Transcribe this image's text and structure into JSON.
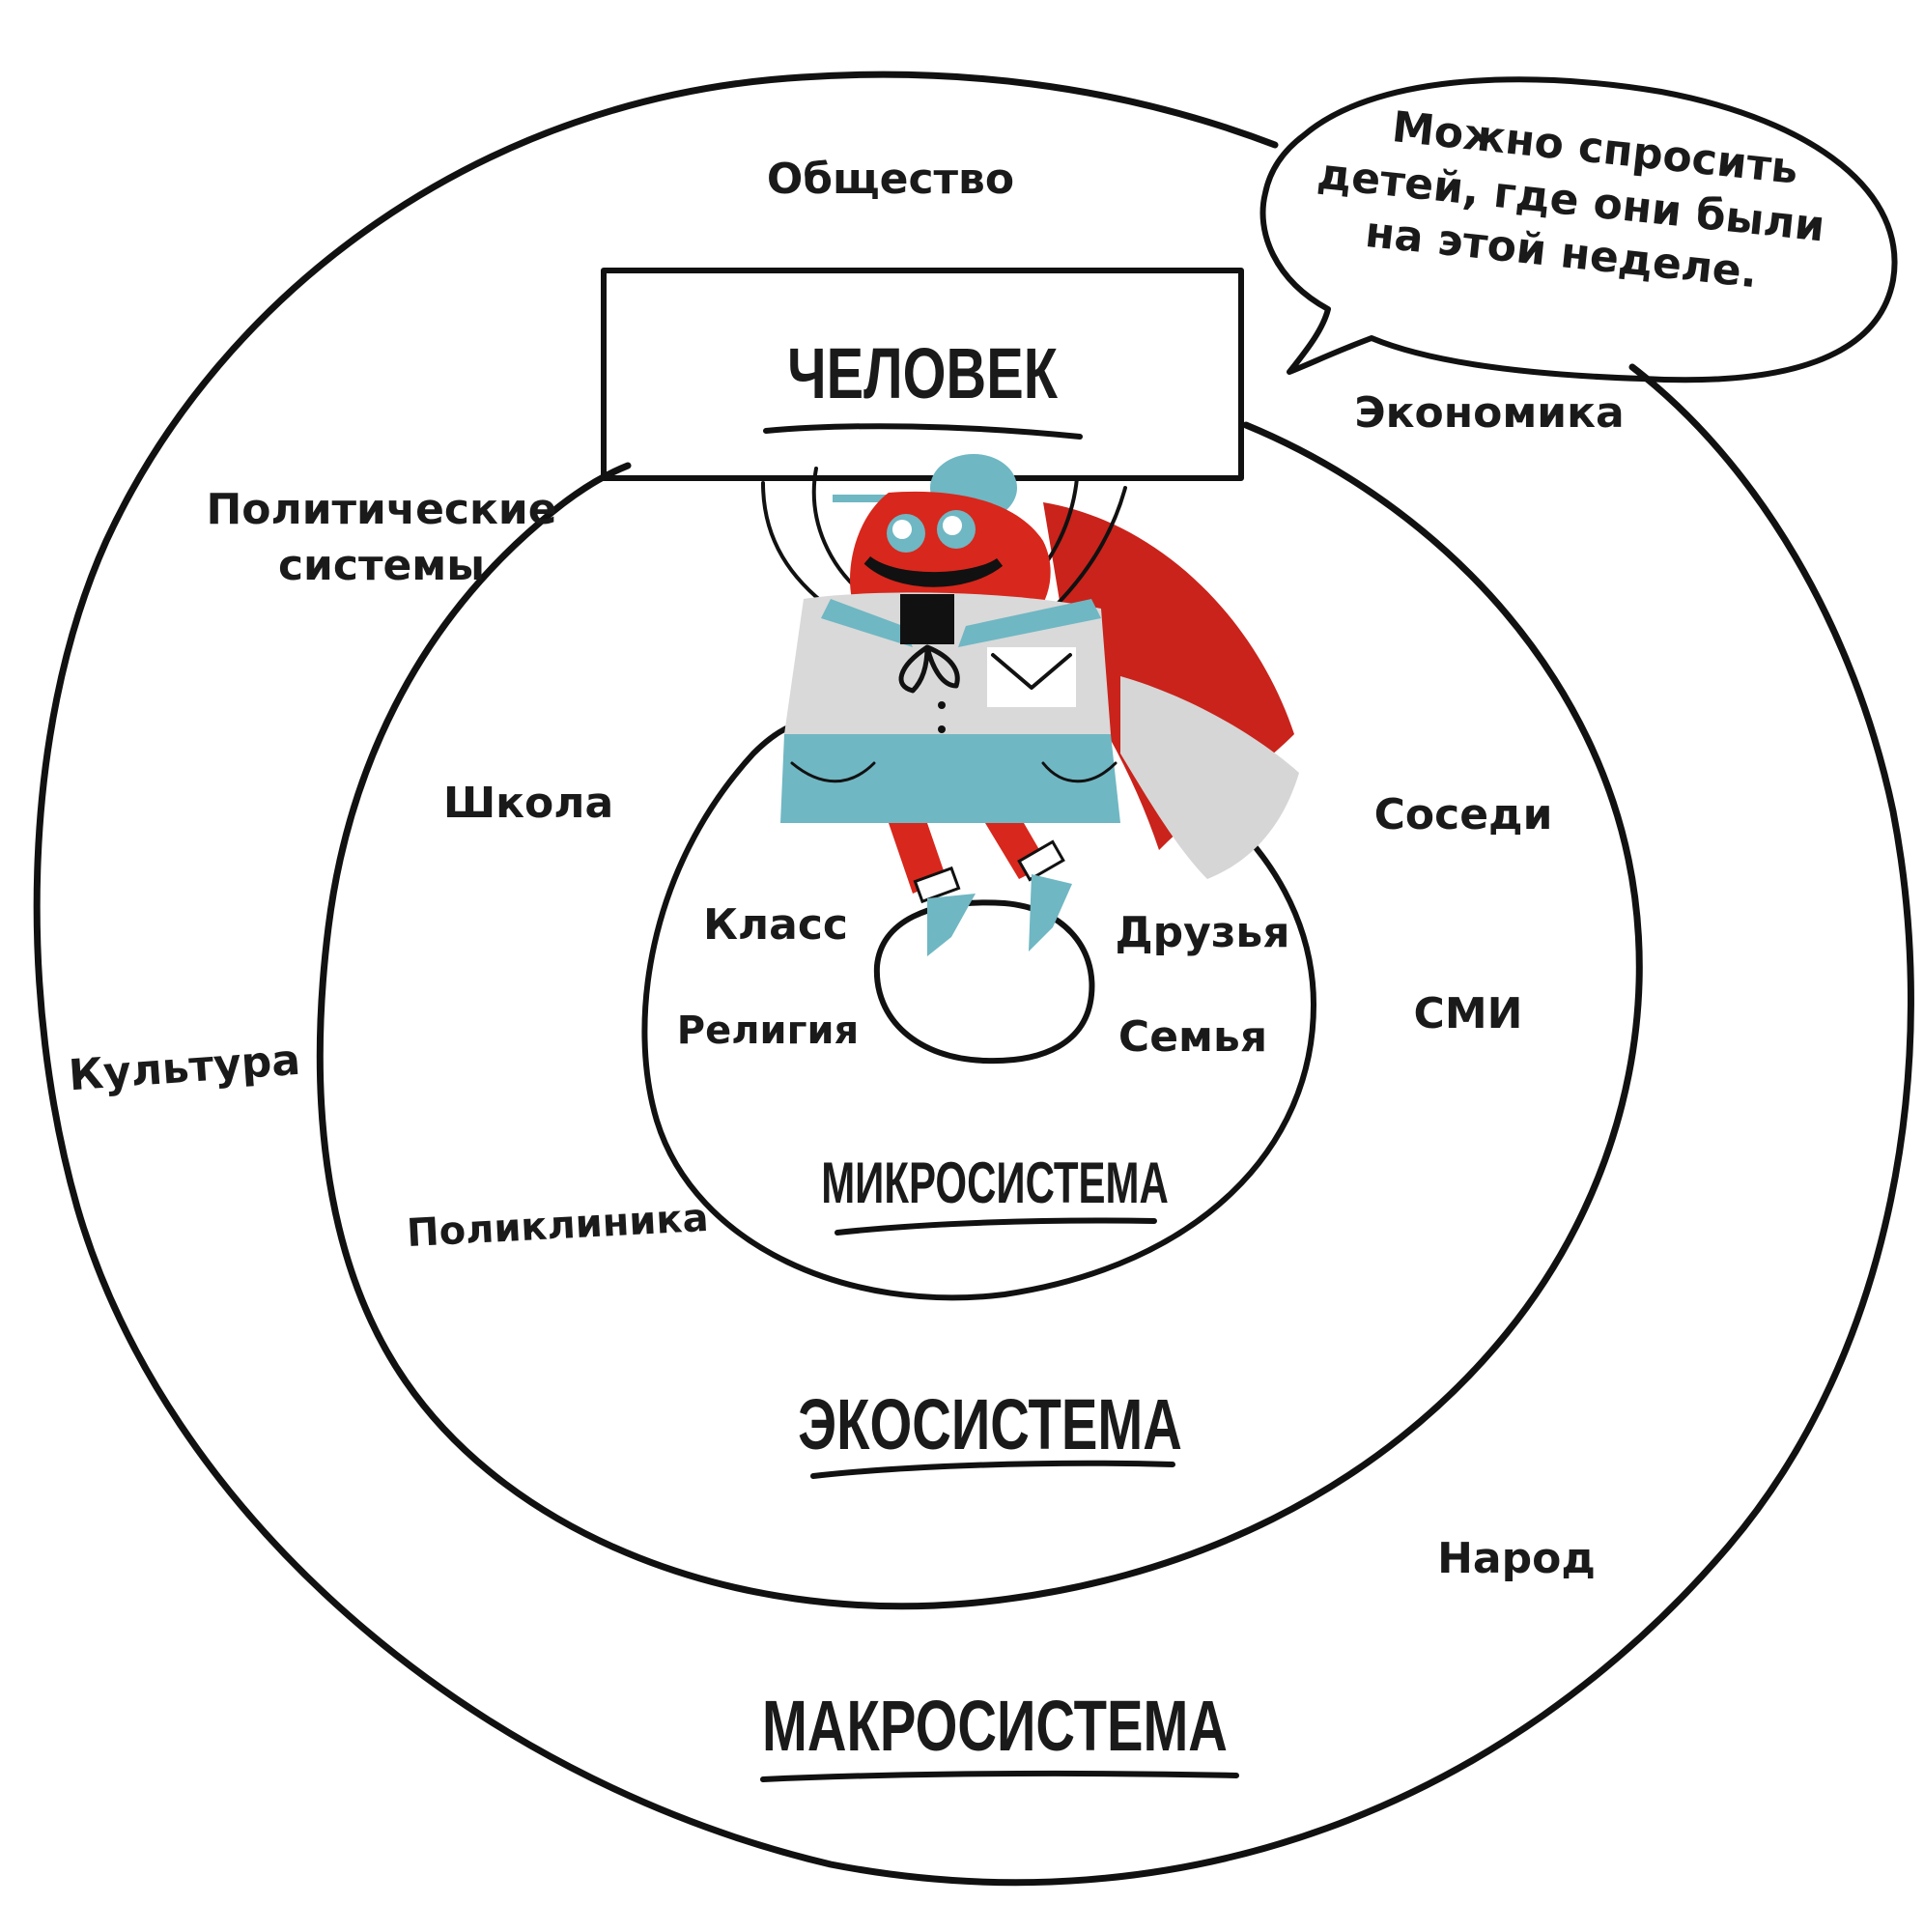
{
  "diagram": {
    "levels": {
      "macro": {
        "title": "МАКРОСИСТЕМА",
        "items": [
          "Общество",
          "Экономика",
          "Политические",
          "системы",
          "Культура",
          "Народ"
        ]
      },
      "eco": {
        "title": "ЭКОСИСТЕМА",
        "items": [
          "Школа",
          "Соседи",
          "СМИ",
          "Поликлиника"
        ]
      },
      "micro": {
        "title": "МИКРОСИСТЕМА",
        "items": [
          "Класс",
          "Друзья",
          "Религия",
          "Семья"
        ]
      }
    },
    "person_sign": "ЧЕЛОВЕК",
    "speech_bubble": {
      "lines": [
        "Можно спросить",
        "детей, где они были",
        "на этой неделе."
      ]
    }
  },
  "colors": {
    "ink": "#111111",
    "mascot_red": "#d8271c",
    "mascot_blue": "#6fb7c3",
    "mascot_grey": "#d9d9d9",
    "cape_red": "#c9231b"
  },
  "icons": [
    "mascot-character-icon",
    "envelope-icon"
  ]
}
